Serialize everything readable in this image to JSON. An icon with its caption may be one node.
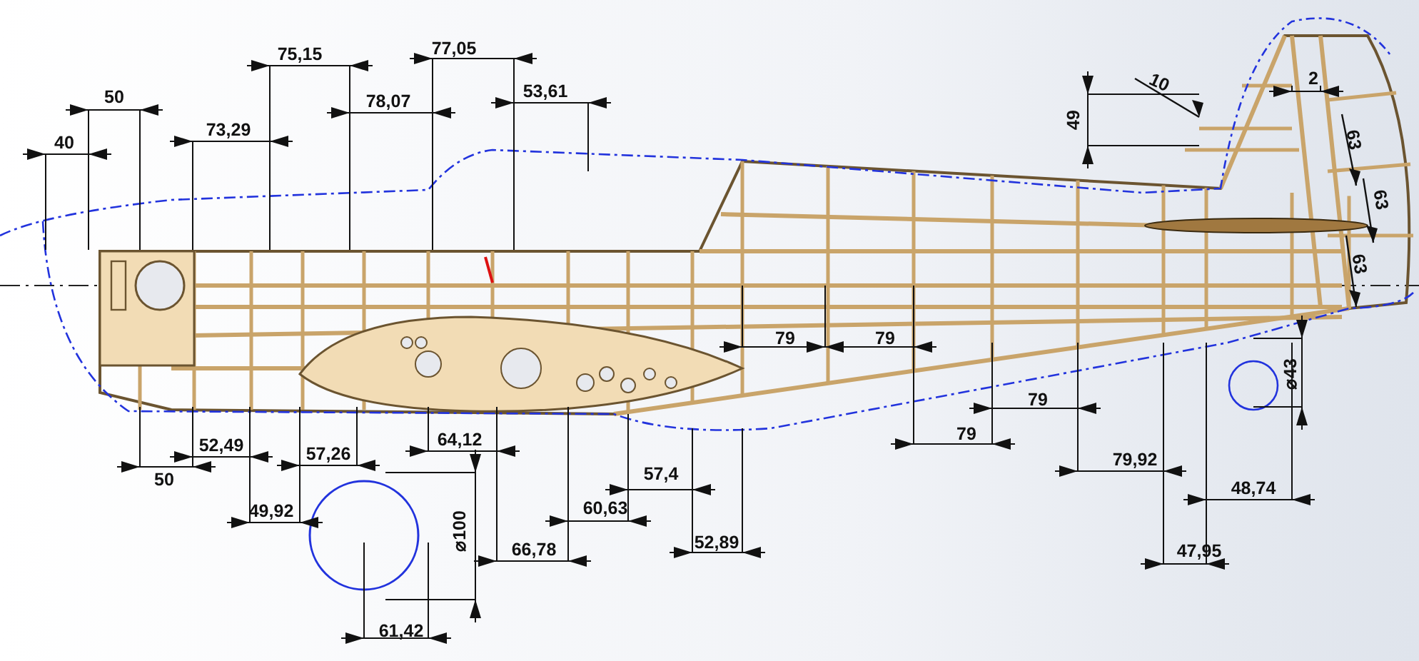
{
  "diagram": {
    "labels": [
      "77,05",
      "75,15",
      "10",
      "2",
      "53,61",
      "50",
      "78,07",
      "49",
      "73,29",
      "63",
      "40",
      "63",
      "63",
      "79",
      "79",
      "⌀43",
      "79",
      "64,12",
      "79",
      "52,49",
      "57,26",
      "50",
      "79,92",
      "57,4",
      "48,74",
      "49,92",
      "60,63",
      "⌀100",
      "52,89",
      "66,78",
      "47,95",
      "61,42"
    ]
  }
}
